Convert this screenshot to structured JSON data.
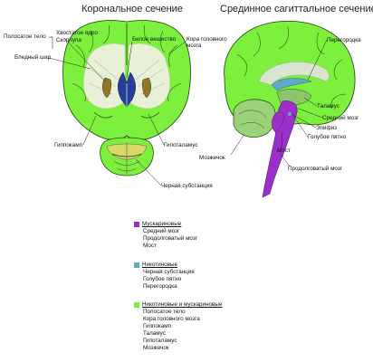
{
  "titles": {
    "coronal": "Корональное сечение",
    "sagittal": "Срединное сагиттальное сечение"
  },
  "labels": {
    "polosatoe_telo": "Полосатое тело",
    "hvostatoe_yadro": "Хвостатое ядро",
    "skorlupa": "Скорлупа",
    "blednyi_shar": "Бледный шар",
    "beloe_veschestvo": "Белое вещество",
    "kora": "Кора головного мозга",
    "gippokamp": "Гиппокамп",
    "gipotalamus": "Гипоталамус",
    "chernaya_substanciya": "Черная субстанция",
    "peregorodka": "Перегородка",
    "talamus": "Таламус",
    "srednii_mozg": "Средний мозг",
    "epifiz": "Эпифиз",
    "goluboe_pyatno": "Голубое пятно",
    "most": "Мост",
    "mozzhechok": "Мозжечок",
    "prodolgovatyi_mozg": "Продолговатый мозг"
  },
  "colors": {
    "muscarinic": "#9b30c8",
    "nicotinic": "#62a8c8",
    "both": "#7cf03c"
  },
  "legend": [
    {
      "title": "Мускариновые",
      "color": "#9b30c8",
      "items": [
        "Средний мозг",
        "Продолговатый мозг",
        "Мост"
      ]
    },
    {
      "title": "Никотиновые",
      "color": "#62a8c8",
      "items": [
        "Черная субстанция",
        "Голубое пятно",
        "Перегородка"
      ]
    },
    {
      "title": "Никотиновые и мускариновые",
      "color": "#7cf03c",
      "items": [
        "Полосатое тело",
        "Кора головного мозга",
        "Гиппокамп",
        "Таламус",
        "Гипоталамус",
        "Мозжечок"
      ]
    }
  ]
}
